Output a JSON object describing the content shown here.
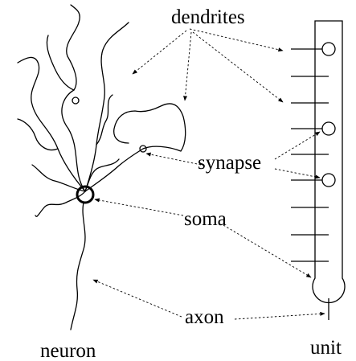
{
  "labels": {
    "dendrites": "dendrites",
    "synapse": "synapse",
    "soma": "soma",
    "axon": "axon",
    "neuron": "neuron",
    "unit": "unit"
  }
}
